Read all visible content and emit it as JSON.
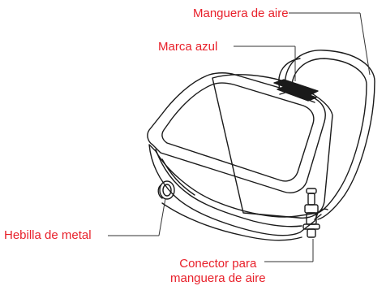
{
  "labels": {
    "air_hose": "Manguera de aire",
    "blue_mark": "Marca azul",
    "metal_buckle": "Hebilla de metal",
    "connector_line1": "Conector para",
    "connector_line2": "manguera de aire"
  },
  "colors": {
    "label_text": "#e8202a",
    "line_art": "#1a1a1a",
    "leader_line": "#333333"
  }
}
